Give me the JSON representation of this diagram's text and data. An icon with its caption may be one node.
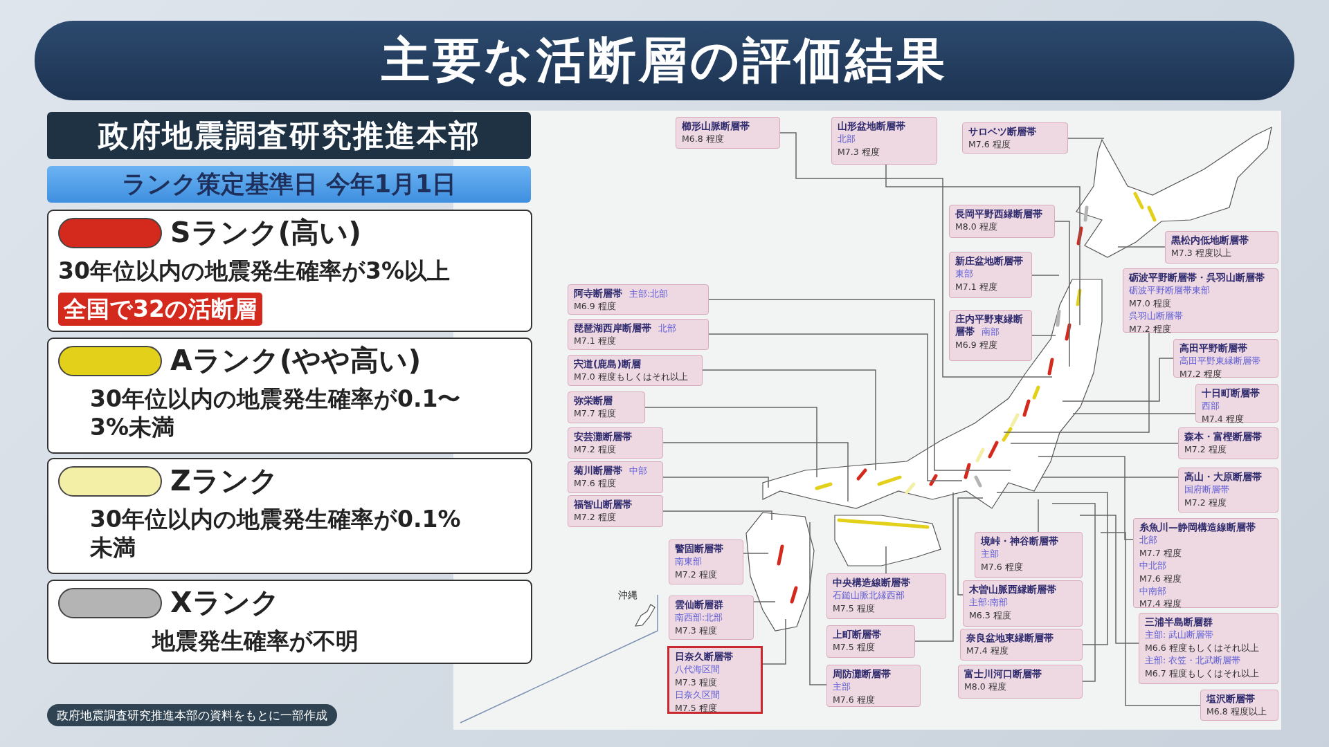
{
  "diagram": {
    "title": "主要な活断層の評価結果",
    "caption": "政府地震調査研究推進本部の資料をもとに一部作成",
    "nodes": [
      {
        "text": [
          "政府地震調査研究推進本部"
        ]
      },
      {
        "text": [
          "ランク策定基準日 今年1月1日"
        ]
      },
      {
        "text": [
          "30年位以内の地震発生確率が3%以上"
        ]
      },
      {
        "text": [
          "全国で32の活断層"
        ],
        "in": 2
      },
      {
        "text": [
          "30年位以内の地震発生確率が0.1〜3%未満"
        ]
      },
      {
        "text": [
          "30年位以内の地震発生確率が0.1%未満"
        ]
      },
      {
        "text": [
          "地震発生確率が不明"
        ]
      },
      {
        "text": [
          "櫛形山脈断層帯",
          "M6.8 程度"
        ]
      },
      {
        "text": [
          "山形盆地断層帯",
          "北部",
          "M7.3 程度"
        ]
      },
      {
        "text": [
          "サロベツ断層帯",
          "M7.6 程度"
        ]
      },
      {
        "text": [
          "長岡平野西縁断層帯",
          "M8.0 程度"
        ]
      },
      {
        "text": [
          "黒松内低地断層帯",
          "M7.3 程度以上"
        ]
      },
      {
        "text": [
          "新庄盆地断層帯",
          "東部",
          "M7.1 程度"
        ]
      },
      {
        "text": [
          "阿寺断層帯",
          "主部:北部",
          "M6.9 程度"
        ]
      },
      {
        "text": [
          "砺波平野断層帯・呉羽山断層帯",
          "砺波平野断層帯東部",
          "M7.0 程度",
          "呉羽山断層帯",
          "M7.2 程度"
        ]
      },
      {
        "text": [
          "琵琶湖西岸断層帯",
          "北部",
          "M7.1 程度"
        ]
      },
      {
        "text": [
          "庄内平野東縁断層帯",
          "南部",
          "M6.9 程度"
        ]
      },
      {
        "text": [
          "高田平野断層帯",
          "高田平野東縁断層帯",
          "M7.2 程度"
        ]
      },
      {
        "text": [
          "宍道(鹿島)断層",
          "M7.0 程度もしくはそれ以上"
        ]
      },
      {
        "text": [
          "十日町断層帯",
          "西部",
          "M7.4 程度"
        ]
      },
      {
        "text": [
          "弥栄断層",
          "M7.7 程度"
        ]
      },
      {
        "text": [
          "安芸灘断層帯",
          "M7.2 程度"
        ]
      },
      {
        "text": [
          "森本・富樫断層帯",
          "M7.2 程度"
        ]
      },
      {
        "text": [
          "菊川断層帯",
          "中部",
          "M7.6 程度"
        ]
      },
      {
        "text": [
          "高山・大原断層帯",
          "国府断層帯",
          "M7.2 程度"
        ]
      },
      {
        "text": [
          "福智山断層帯",
          "M7.2 程度"
        ]
      },
      {
        "text": [
          "糸魚川—静岡構造線断層帯",
          "北部",
          "M7.7 程度",
          "中北部",
          "M7.6 程度",
          "中南部",
          "M7.4 程度"
        ]
      },
      {
        "text": [
          "境峠・神谷断層帯",
          "主部",
          "M7.6 程度"
        ]
      },
      {
        "text": [
          "警固断層帯",
          "南東部",
          "M7.2 程度"
        ]
      },
      {
        "text": [
          "中央構造線断層帯",
          "石鎚山脈北縁西部",
          "M7.5 程度"
        ]
      },
      {
        "text": [
          "木曽山脈西縁断層帯",
          "主部:南部",
          "M6.3 程度"
        ]
      },
      {
        "text": [
          "雲仙断層群",
          "南西部:北部",
          "M7.3 程度"
        ]
      },
      {
        "text": [
          "三浦半島断層群",
          "主部: 武山断層帯",
          "M6.6 程度もしくはそれ以上",
          "主部: 衣笠・北武断層帯",
          "M6.7 程度もしくはそれ以上"
        ]
      },
      {
        "text": [
          "上町断層帯",
          "M7.5 程度"
        ]
      },
      {
        "text": [
          "奈良盆地東縁断層帯",
          "M7.4 程度"
        ]
      },
      {
        "text": [
          "日奈久断層帯",
          "八代海区間",
          "M7.3 程度",
          "日奈久区間",
          "M7.5 程度"
        ]
      },
      {
        "text": [
          "周防灘断層帯",
          "主部",
          "M7.6 程度"
        ]
      },
      {
        "text": [
          "富士川河口断層帯",
          "M8.0 程度"
        ]
      },
      {
        "text": [
          "塩沢断層帯",
          "M6.8 程度以上"
        ]
      }
    ],
    "edges": [
      {
        "from": 7,
        "to": null,
        "arrow": "none"
      },
      {
        "from": 8,
        "to": null,
        "arrow": "none"
      },
      {
        "from": 9,
        "to": null,
        "arrow": "none"
      },
      {
        "from": 10,
        "to": null,
        "arrow": "none"
      },
      {
        "from": 11,
        "to": null,
        "arrow": "none"
      },
      {
        "from": 12,
        "to": null,
        "arrow": "none"
      },
      {
        "from": 13,
        "to": null,
        "arrow": "none"
      },
      {
        "from": 14,
        "to": null,
        "arrow": "none"
      },
      {
        "from": 15,
        "to": null,
        "arrow": "none"
      },
      {
        "from": 16,
        "to": null,
        "arrow": "none"
      },
      {
        "from": 17,
        "to": null,
        "arrow": "none"
      },
      {
        "from": 18,
        "to": null,
        "arrow": "none"
      },
      {
        "from": 19,
        "to": null,
        "arrow": "none"
      },
      {
        "from": 20,
        "to": null,
        "arrow": "none"
      },
      {
        "from": 21,
        "to": null,
        "arrow": "none"
      },
      {
        "from": 22,
        "to": null,
        "arrow": "none"
      },
      {
        "from": 23,
        "to": null,
        "arrow": "none"
      },
      {
        "from": 24,
        "to": null,
        "arrow": "none"
      },
      {
        "from": 25,
        "to": null,
        "arrow": "none"
      },
      {
        "from": 26,
        "to": null,
        "arrow": "none"
      },
      {
        "from": 27,
        "to": null,
        "arrow": "none"
      },
      {
        "from": 28,
        "to": null,
        "arrow": "none"
      },
      {
        "from": 29,
        "to": null,
        "arrow": "none"
      },
      {
        "from": 30,
        "to": null,
        "arrow": "none"
      },
      {
        "from": 31,
        "to": null,
        "arrow": "none"
      },
      {
        "from": 32,
        "to": null,
        "arrow": "none"
      },
      {
        "from": 33,
        "to": null,
        "arrow": "none"
      },
      {
        "from": 34,
        "to": null,
        "arrow": "none"
      },
      {
        "from": 35,
        "to": null,
        "arrow": "none"
      },
      {
        "from": 36,
        "to": null,
        "arrow": "none"
      },
      {
        "from": 37,
        "to": null,
        "arrow": "none"
      },
      {
        "from": 38,
        "to": null,
        "arrow": "none"
      }
    ],
    "labels": [
      "沖縄"
    ],
    "legend": [
      {
        "text": "Sランク(高い)",
        "color": "#d42a1e"
      },
      {
        "text": "Aランク(やや高い)",
        "color": "#e3d01a"
      },
      {
        "text": "Zランク",
        "color": "#f3efa6"
      },
      {
        "text": "Xランク",
        "color": "#b4b4b4"
      }
    ]
  }
}
